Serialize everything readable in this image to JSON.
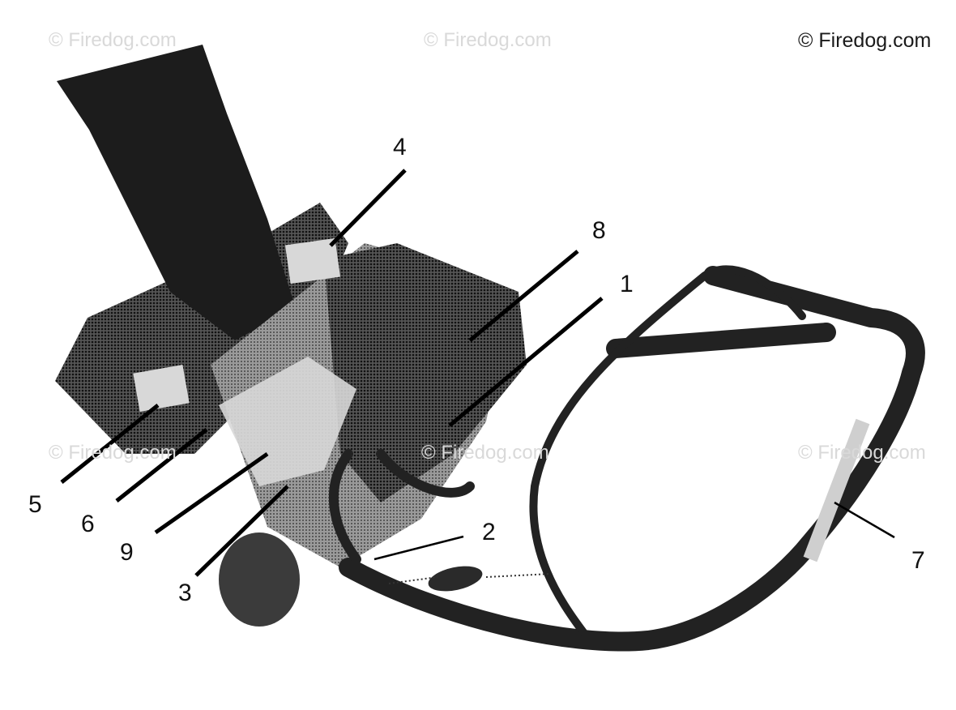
{
  "watermark": {
    "main": "© Firedog.com",
    "faint": "© Firedog.com"
  },
  "callouts": {
    "c1": "1",
    "c2": "2",
    "c3": "3",
    "c4": "4",
    "c5": "5",
    "c6": "6",
    "c7": "7",
    "c8": "8",
    "c9": "9"
  },
  "colors": {
    "ink": "#111111",
    "body": "#2b2b2b",
    "label": "#d8d8d8"
  }
}
